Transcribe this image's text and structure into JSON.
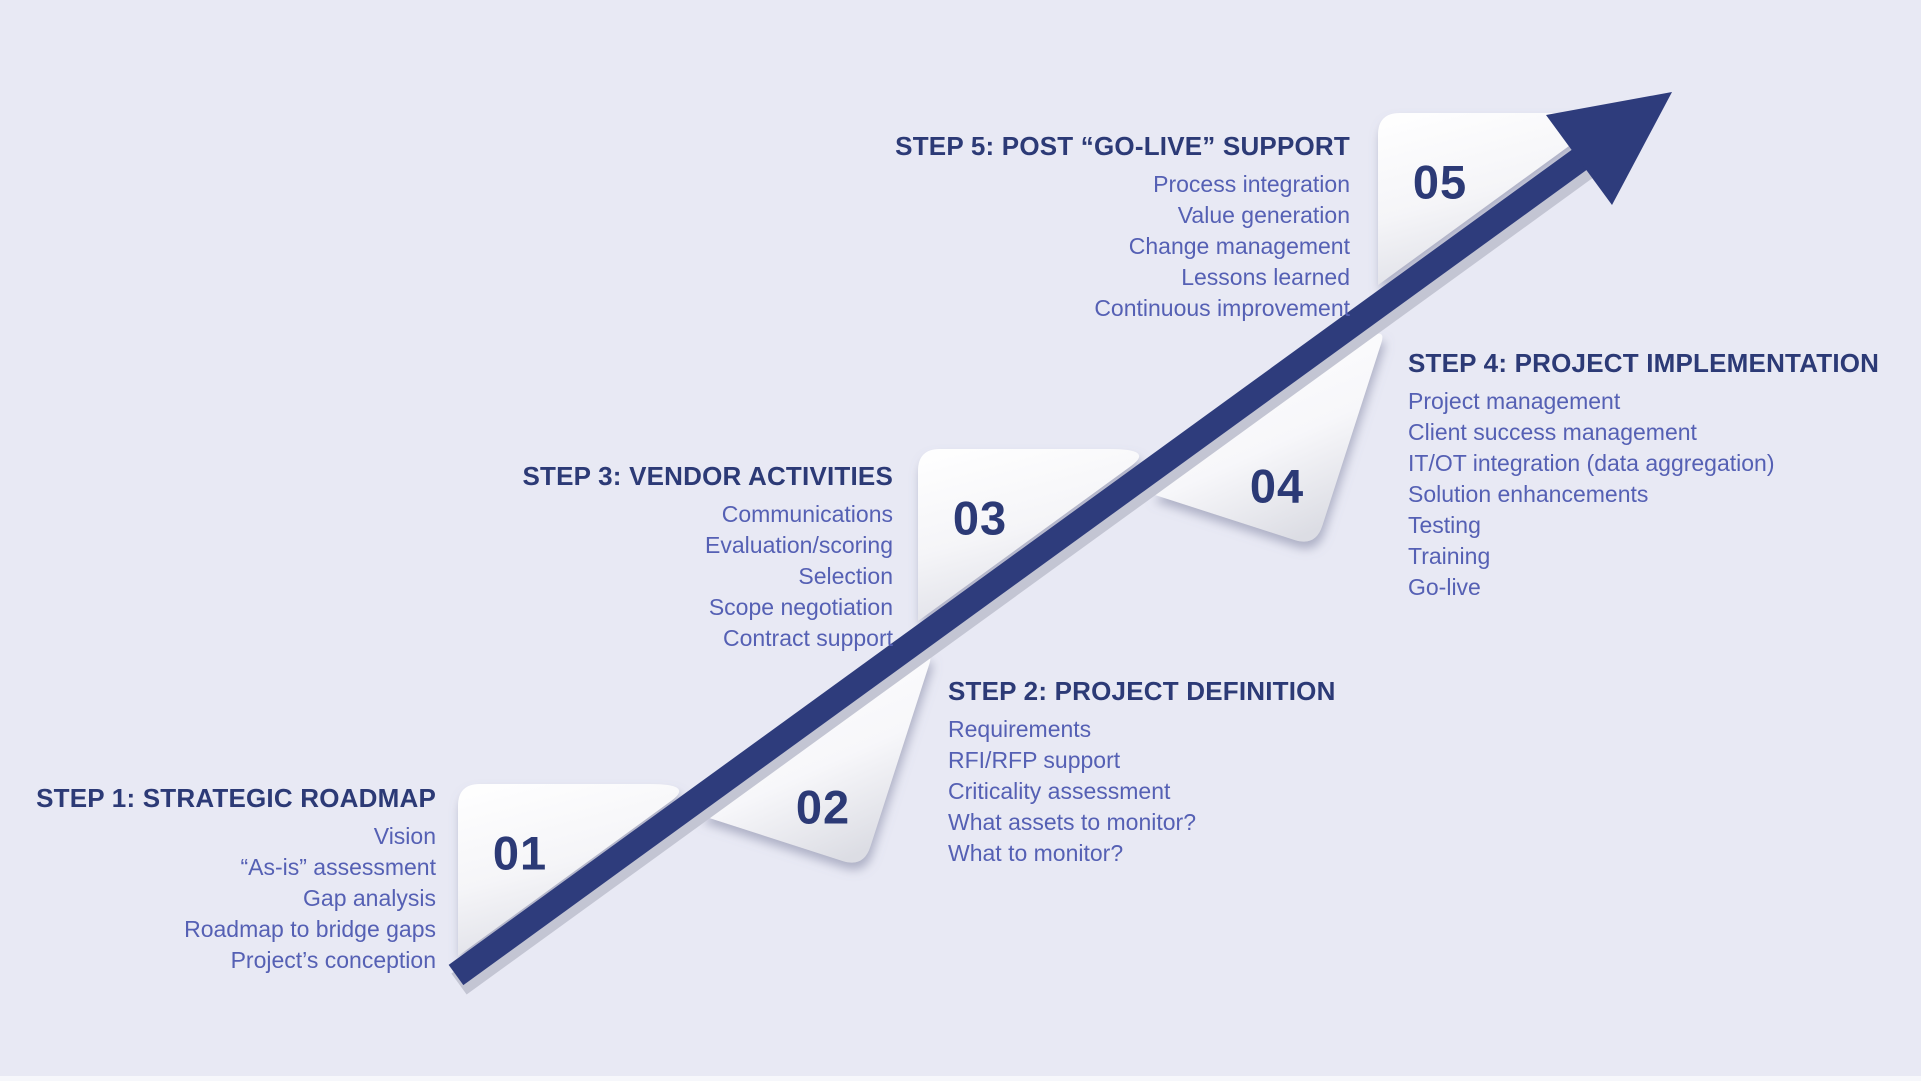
{
  "colors": {
    "background": "#e8e9f4",
    "arrow_navy": "#2e3c7c",
    "title_navy": "#2c3a76",
    "item_blue": "#5560b4",
    "sail_white": "#ffffff",
    "sail_shade": "#dfe0e7"
  },
  "steps": [
    {
      "num": "01",
      "title": "STEP 1: STRATEGIC ROADMAP",
      "items": [
        "Vision",
        "“As-is” assessment",
        "Gap analysis",
        "Roadmap to bridge gaps",
        "Project’s conception"
      ]
    },
    {
      "num": "02",
      "title": "STEP 2: PROJECT DEFINITION",
      "items": [
        "Requirements",
        "RFI/RFP support",
        "Criticality assessment",
        "What assets to monitor?",
        "What to monitor?"
      ]
    },
    {
      "num": "03",
      "title": "STEP 3: VENDOR ACTIVITIES",
      "items": [
        "Communications",
        "Evaluation/scoring",
        "Selection",
        "Scope negotiation",
        "Contract support"
      ]
    },
    {
      "num": "04",
      "title": "STEP 4: PROJECT IMPLEMENTATION",
      "items": [
        "Project management",
        "Client success management",
        "IT/OT integration (data aggregation)",
        "Solution enhancements",
        "Testing",
        "Training",
        "Go-live"
      ]
    },
    {
      "num": "05",
      "title": "STEP 5: POST “GO-LIVE” SUPPORT",
      "items": [
        "Process integration",
        "Value generation",
        "Change management",
        "Lessons learned",
        "Continuous improvement"
      ]
    }
  ]
}
